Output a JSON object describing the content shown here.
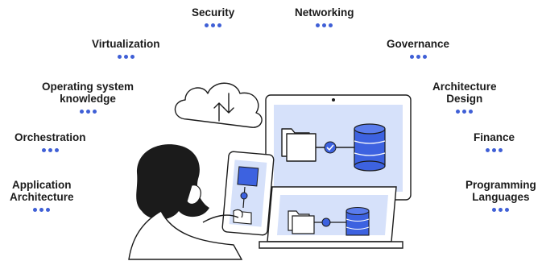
{
  "colors": {
    "accent": "#3f5fd6",
    "screen_fill": "#d6e1fa",
    "line": "#1b1b1b",
    "database": "#3d62e0"
  },
  "skills": [
    {
      "id": "security",
      "label": "Security"
    },
    {
      "id": "networking",
      "label": "Networking"
    },
    {
      "id": "virtualization",
      "label": "Virtualization"
    },
    {
      "id": "governance",
      "label": "Governance"
    },
    {
      "id": "operating-system",
      "label": "Operating system\nknowledge"
    },
    {
      "id": "architecture-design",
      "label": "Architecture\nDesign"
    },
    {
      "id": "orchestration",
      "label": "Orchestration"
    },
    {
      "id": "finance",
      "label": "Finance"
    },
    {
      "id": "application-architecture",
      "label": "Application\nArchitecture"
    },
    {
      "id": "programming-languages",
      "label": "Programming\nLanguages"
    }
  ],
  "icons": [
    "cloud-sync-icon",
    "folder-icon",
    "database-icon",
    "checkmark-icon",
    "woman-illustration"
  ]
}
